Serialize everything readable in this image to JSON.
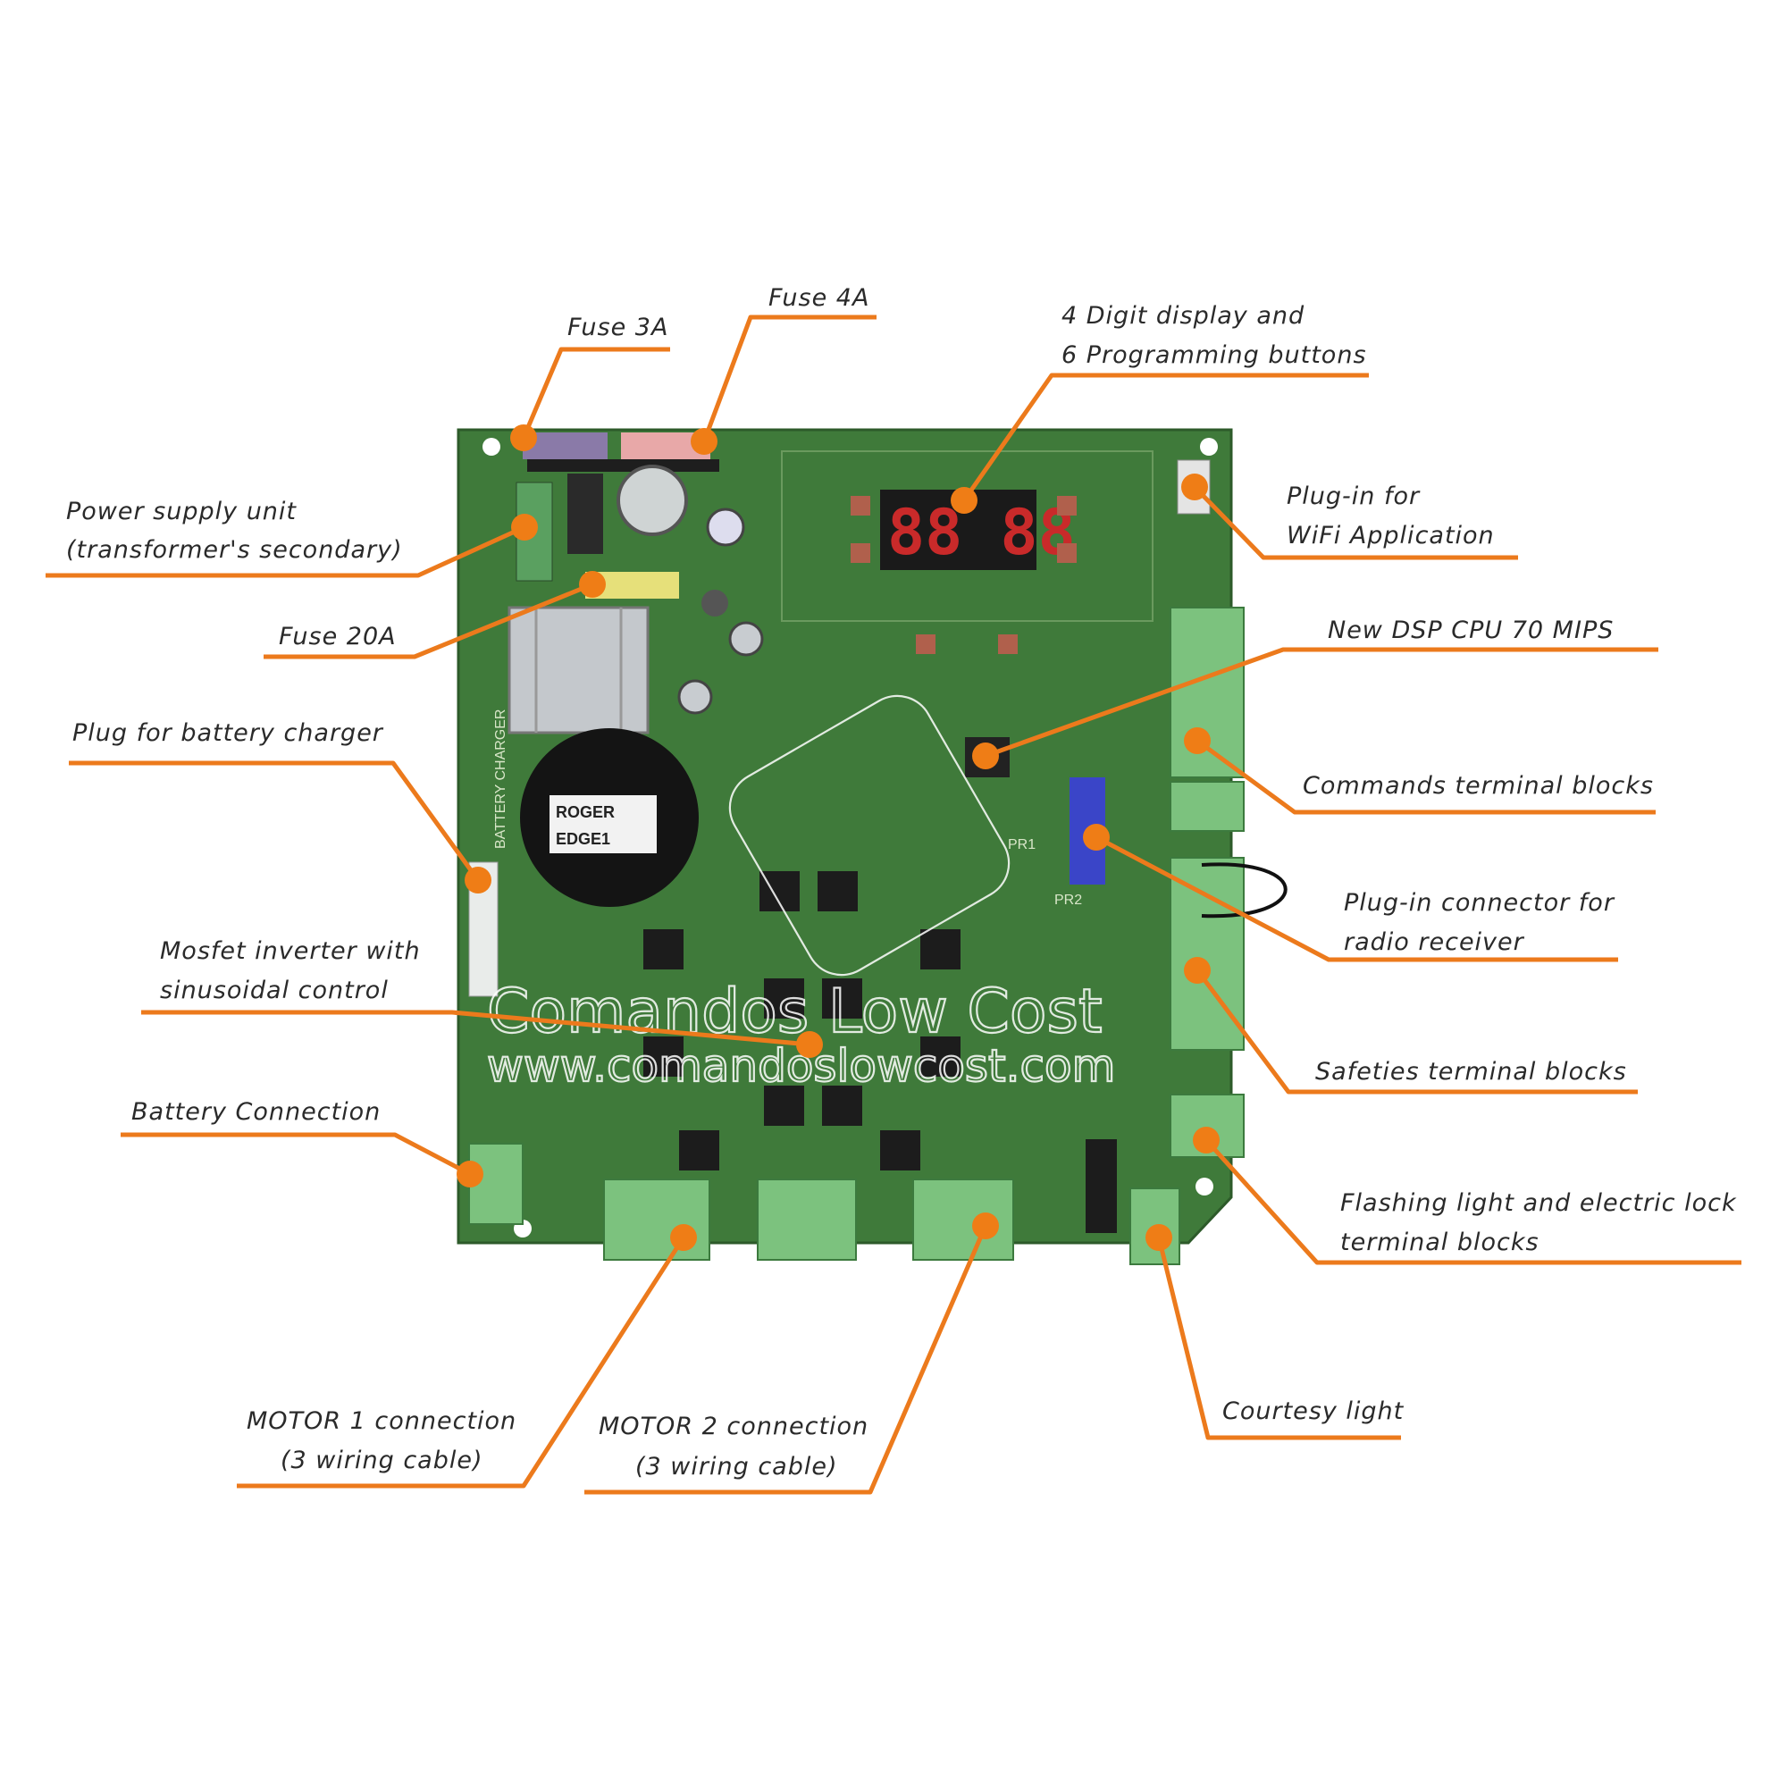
{
  "colors": {
    "accent": "#ec7a1c",
    "board": "#3f7a3a",
    "terminal": "#7cc27e",
    "text": "#2a2a2a"
  },
  "callouts": {
    "fuse_3a": {
      "line1": "Fuse 3A"
    },
    "fuse_4a": {
      "line1": "Fuse 4A"
    },
    "display": {
      "line1": "4 Digit display and",
      "line2": "6 Programming buttons"
    },
    "wifi": {
      "line1": "Plug-in for",
      "line2": "WiFi Application"
    },
    "cpu": {
      "line1": "New DSP CPU 70 MIPS"
    },
    "commands": {
      "line1": "Commands terminal blocks"
    },
    "radio": {
      "line1": "Plug-in connector for",
      "line2": "radio receiver"
    },
    "safeties": {
      "line1": "Safeties terminal blocks"
    },
    "flashing": {
      "line1": "Flashing light and electric lock",
      "line2": "terminal blocks"
    },
    "courtesy": {
      "line1": "Courtesy light"
    },
    "motor2": {
      "line1": "MOTOR 2 connection",
      "line2": "(3 wiring cable)"
    },
    "motor1": {
      "line1": "MOTOR 1 connection",
      "line2": "(3 wiring cable)"
    },
    "battery_conn": {
      "line1": "Battery Connection"
    },
    "mosfet": {
      "line1": "Mosfet inverter with",
      "line2": "sinusoidal control"
    },
    "battery_plug": {
      "line1": "Plug for battery charger"
    },
    "fuse_20a": {
      "line1": "Fuse 20A"
    },
    "power": {
      "line1": "Power supply unit",
      "line2": "(transformer's secondary)"
    }
  },
  "board": {
    "display_digits": "88 88",
    "silkscreen": {
      "battery_charger": "BATTERY CHARGER",
      "brand": "ROGER",
      "model": "EDGE1",
      "pr1": "PR1",
      "pr2": "PR2"
    }
  },
  "watermark": {
    "line1": "Comandos Low Cost",
    "line2": "www.comandoslowcost.com"
  }
}
